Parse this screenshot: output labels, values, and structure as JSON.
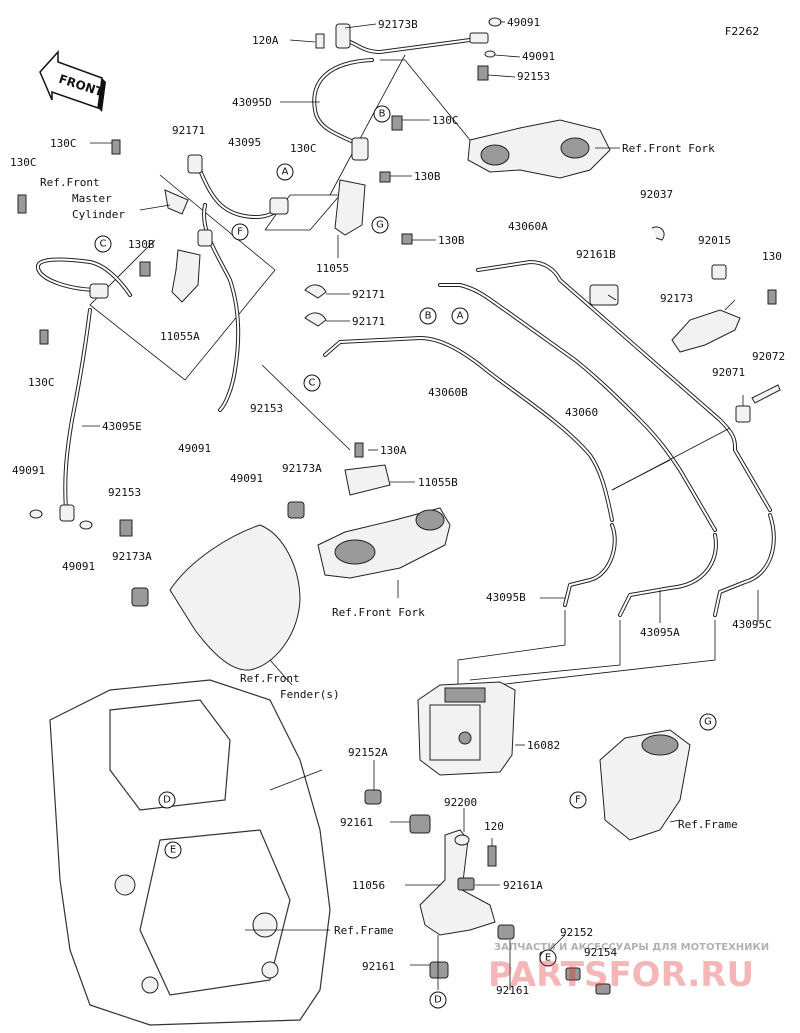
{
  "diagram_code": "F2262",
  "front_label": "FRONT",
  "labels": {
    "p92173B": "92173B",
    "p49091_top": "49091",
    "p120A": "120A",
    "p49091_b": "49091",
    "p92153_top": "92153",
    "p43095D": "43095D",
    "p130C_b": "130C",
    "ref_front_fork_top": "Ref.Front Fork",
    "p92171_a": "92171",
    "p43095": "43095",
    "p130C_a": "130C",
    "p130C_top_left": "130C",
    "p130C_far_left": "130C",
    "ref_master_1": "Ref.Front",
    "ref_master_2": "Master",
    "ref_master_3": "Cylinder",
    "p130B_right": "130B",
    "p92037": "92037",
    "p130B_left": "130B",
    "p11055A": "11055A",
    "p130B_right2": "130B",
    "p11055": "11055",
    "p43060A": "43060A",
    "p92161B": "92161B",
    "p92015": "92015",
    "p130": "130",
    "p92171_b": "92171",
    "p92171_c": "92171",
    "p92173": "92173",
    "p130C_lower": "130C",
    "p92072": "92072",
    "p43060B": "43060B",
    "p43060": "43060",
    "p92071": "92071",
    "p92153_mid": "92153",
    "p43095E": "43095E",
    "p49091_mid": "49091",
    "p49091_mid2": "49091",
    "p130A": "130A",
    "p92173A_mid": "92173A",
    "p11055B": "11055B",
    "p49091_left": "49091",
    "p92153_left": "92153",
    "p49091_left2": "49091",
    "p92173A_left": "92173A",
    "ref_front_fork_mid": "Ref.Front Fork",
    "p43095B": "43095B",
    "p43095A": "43095A",
    "p43095C": "43095C",
    "ref_fender_1": "Ref.Front",
    "ref_fender_2": "Fender(s)",
    "p16082": "16082",
    "p92152A": "92152A",
    "p92200": "92200",
    "p92161_a": "92161",
    "p120": "120",
    "ref_frame_right": "Ref.Frame",
    "p11056": "11056",
    "p92161A": "92161A",
    "ref_frame_bottom": "Ref.Frame",
    "p92152": "92152",
    "p92154": "92154",
    "p92161_b": "92161",
    "p92161_c": "92161"
  },
  "callouts": {
    "A": "A",
    "B": "B",
    "C": "C",
    "D": "D",
    "E": "E",
    "F": "F",
    "G": "G"
  },
  "watermark": {
    "main": "PARTSFOR.RU",
    "sub": "ЗАПЧАСТИ И АКСЕССУАРЫ ДЛЯ МОТОТЕХНИКИ"
  }
}
